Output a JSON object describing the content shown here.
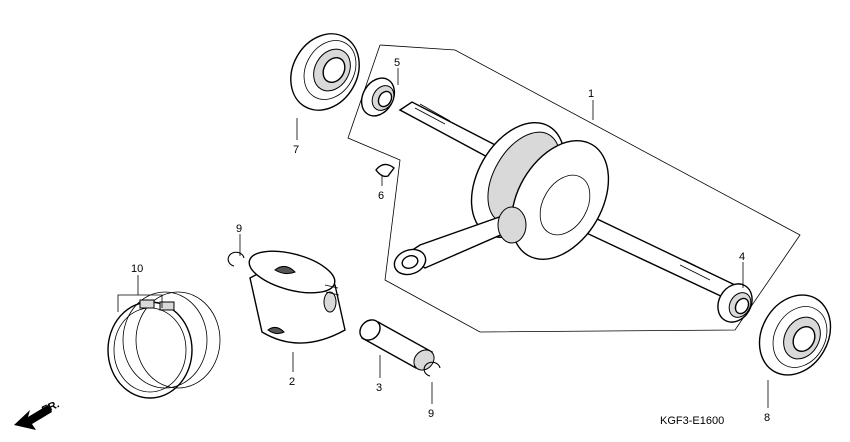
{
  "diagram": {
    "code": "KGF3-E1600",
    "front_marker": "FR.",
    "callouts": [
      {
        "id": "callout-1",
        "number": "1",
        "part": "crankshaft"
      },
      {
        "id": "callout-2",
        "number": "2",
        "part": "piston"
      },
      {
        "id": "callout-3",
        "number": "3",
        "part": "piston-pin"
      },
      {
        "id": "callout-4",
        "number": "4",
        "part": "oil-seal-right"
      },
      {
        "id": "callout-5",
        "number": "5",
        "part": "oil-seal-left"
      },
      {
        "id": "callout-6",
        "number": "6",
        "part": "woodruff-key"
      },
      {
        "id": "callout-7",
        "number": "7",
        "part": "bearing-left"
      },
      {
        "id": "callout-8",
        "number": "8",
        "part": "bearing-right"
      },
      {
        "id": "callout-9a",
        "number": "9",
        "part": "piston-pin-clip-upper"
      },
      {
        "id": "callout-9b",
        "number": "9",
        "part": "piston-pin-clip-lower"
      },
      {
        "id": "callout-10",
        "number": "10",
        "part": "piston-ring-set"
      }
    ]
  }
}
